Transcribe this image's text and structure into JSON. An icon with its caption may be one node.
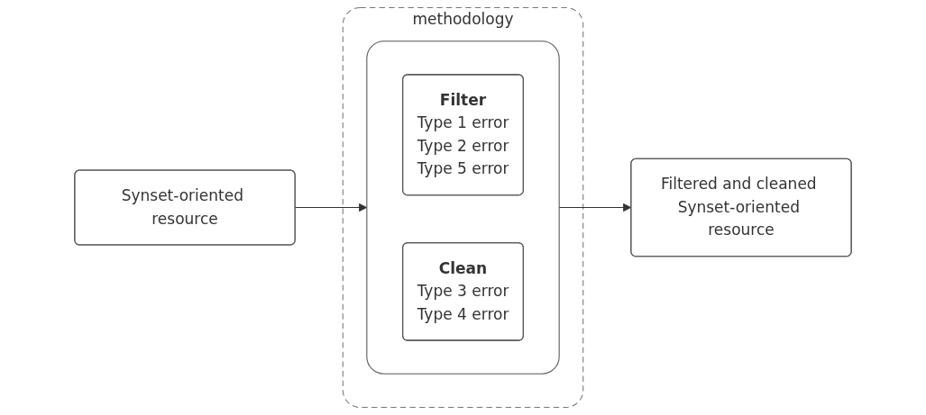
{
  "diagram": {
    "nodes": [
      {
        "text": [
          "Synset-oriented resource"
        ]
      },
      {
        "text": [
          "methodology"
        ]
      },
      {
        "text": [],
        "shape": "box",
        "in": 1
      },
      {
        "text": [
          "Filter",
          "Type 1 error",
          "Type 2 error",
          "Type 5 error"
        ],
        "in": 2
      },
      {
        "text": [
          "Clean",
          "Type 3 error",
          "Type 4 error"
        ],
        "in": 2
      },
      {
        "text": [
          "Filtered and cleaned Synset-oriented resource"
        ]
      }
    ],
    "edges": [
      {
        "from": 0,
        "to": 2,
        "arrow": "to"
      },
      {
        "from": 2,
        "to": 5,
        "arrow": "to"
      }
    ]
  }
}
